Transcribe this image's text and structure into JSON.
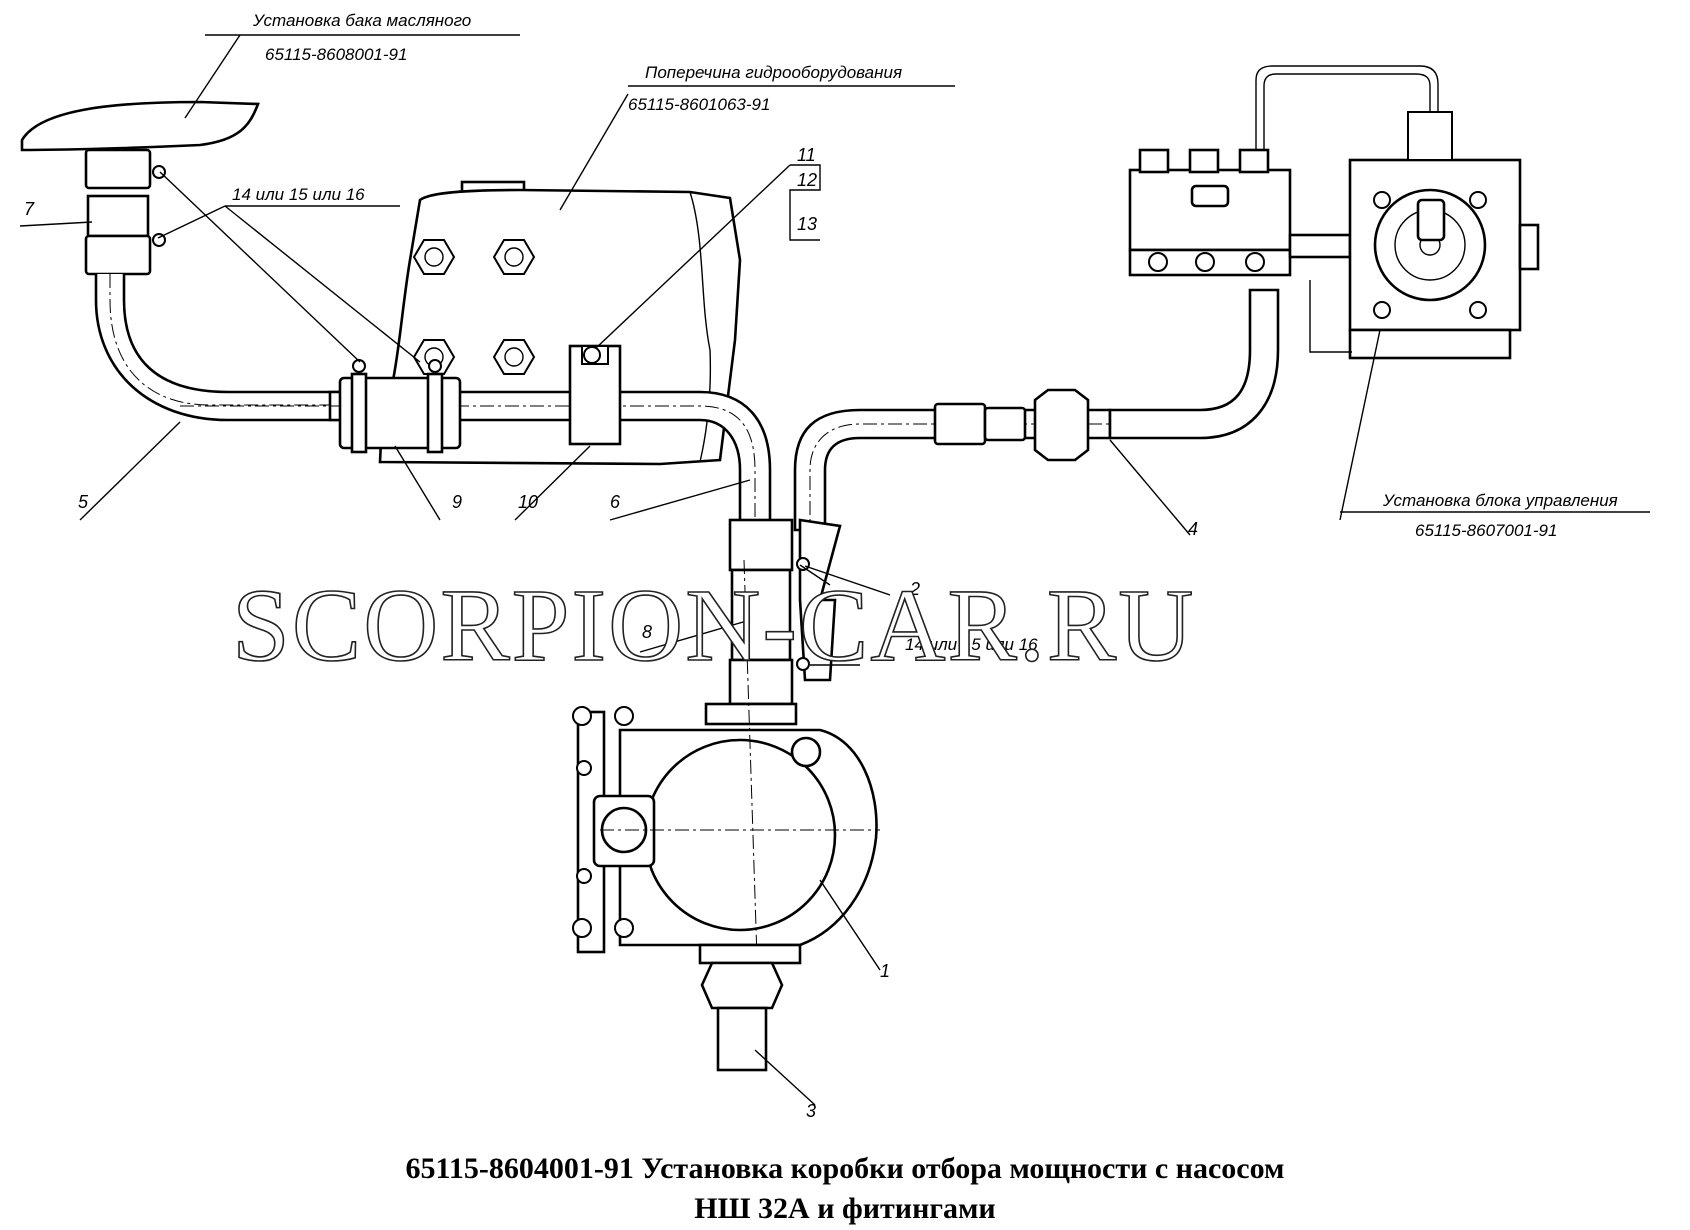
{
  "labels": {
    "oil_tank": {
      "name": "Установка бака масляного",
      "code": "65115-8608001-91"
    },
    "crossbar": {
      "name": "Поперечина гидрооборудования",
      "code": "65115-8601063-91"
    },
    "control_block": {
      "name": "Установка блока управления",
      "code": "65115-8607001-91"
    },
    "clamp_note_top": "14 или 15 или 16",
    "clamp_note_bottom": "14 или 15 или 16"
  },
  "callouts": {
    "n1": "1",
    "n2": "2",
    "n3": "3",
    "n4": "4",
    "n5": "5",
    "n6": "6",
    "n7": "7",
    "n8": "8",
    "n9": "9",
    "n10": "10",
    "n11": "11",
    "n12": "12",
    "n13": "13"
  },
  "watermark": "SCORPION-CAR.RU",
  "title": {
    "line1": "65115-8604001-91 Установка коробки отбора мощности с насосом",
    "line2": "НШ 32А и фитингами"
  }
}
